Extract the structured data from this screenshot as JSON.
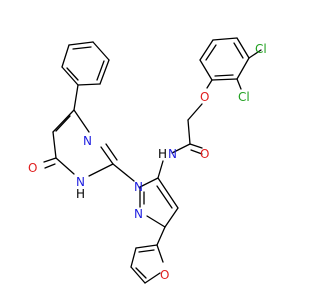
{
  "colors": {
    "bond": "#000000",
    "carbon": "#000000",
    "nitrogen": "#2020e0",
    "oxygen": "#e02020",
    "chlorine": "#20a020",
    "hydrogen": "#000000"
  },
  "atoms": [
    {
      "id": "cl1",
      "label": "Cl",
      "element": "chlorine"
    },
    {
      "id": "cl2",
      "label": "Cl",
      "element": "chlorine"
    },
    {
      "id": "o_ether",
      "label": "O",
      "element": "oxygen"
    },
    {
      "id": "o_amide",
      "label": "O",
      "element": "oxygen"
    },
    {
      "id": "n_amide",
      "label": "N",
      "element": "nitrogen"
    },
    {
      "id": "h_amide",
      "label": "H",
      "element": "hydrogen"
    },
    {
      "id": "n_pz1",
      "label": "N",
      "element": "nitrogen"
    },
    {
      "id": "n_pz2",
      "label": "N",
      "element": "nitrogen"
    },
    {
      "id": "n_pm3",
      "label": "N",
      "element": "nitrogen"
    },
    {
      "id": "n_pm1",
      "label": "N",
      "element": "nitrogen"
    },
    {
      "id": "h_pm1",
      "label": "H",
      "element": "hydrogen"
    },
    {
      "id": "o_keto",
      "label": "O",
      "element": "oxygen"
    },
    {
      "id": "o_furan",
      "label": "O",
      "element": "oxygen"
    }
  ]
}
